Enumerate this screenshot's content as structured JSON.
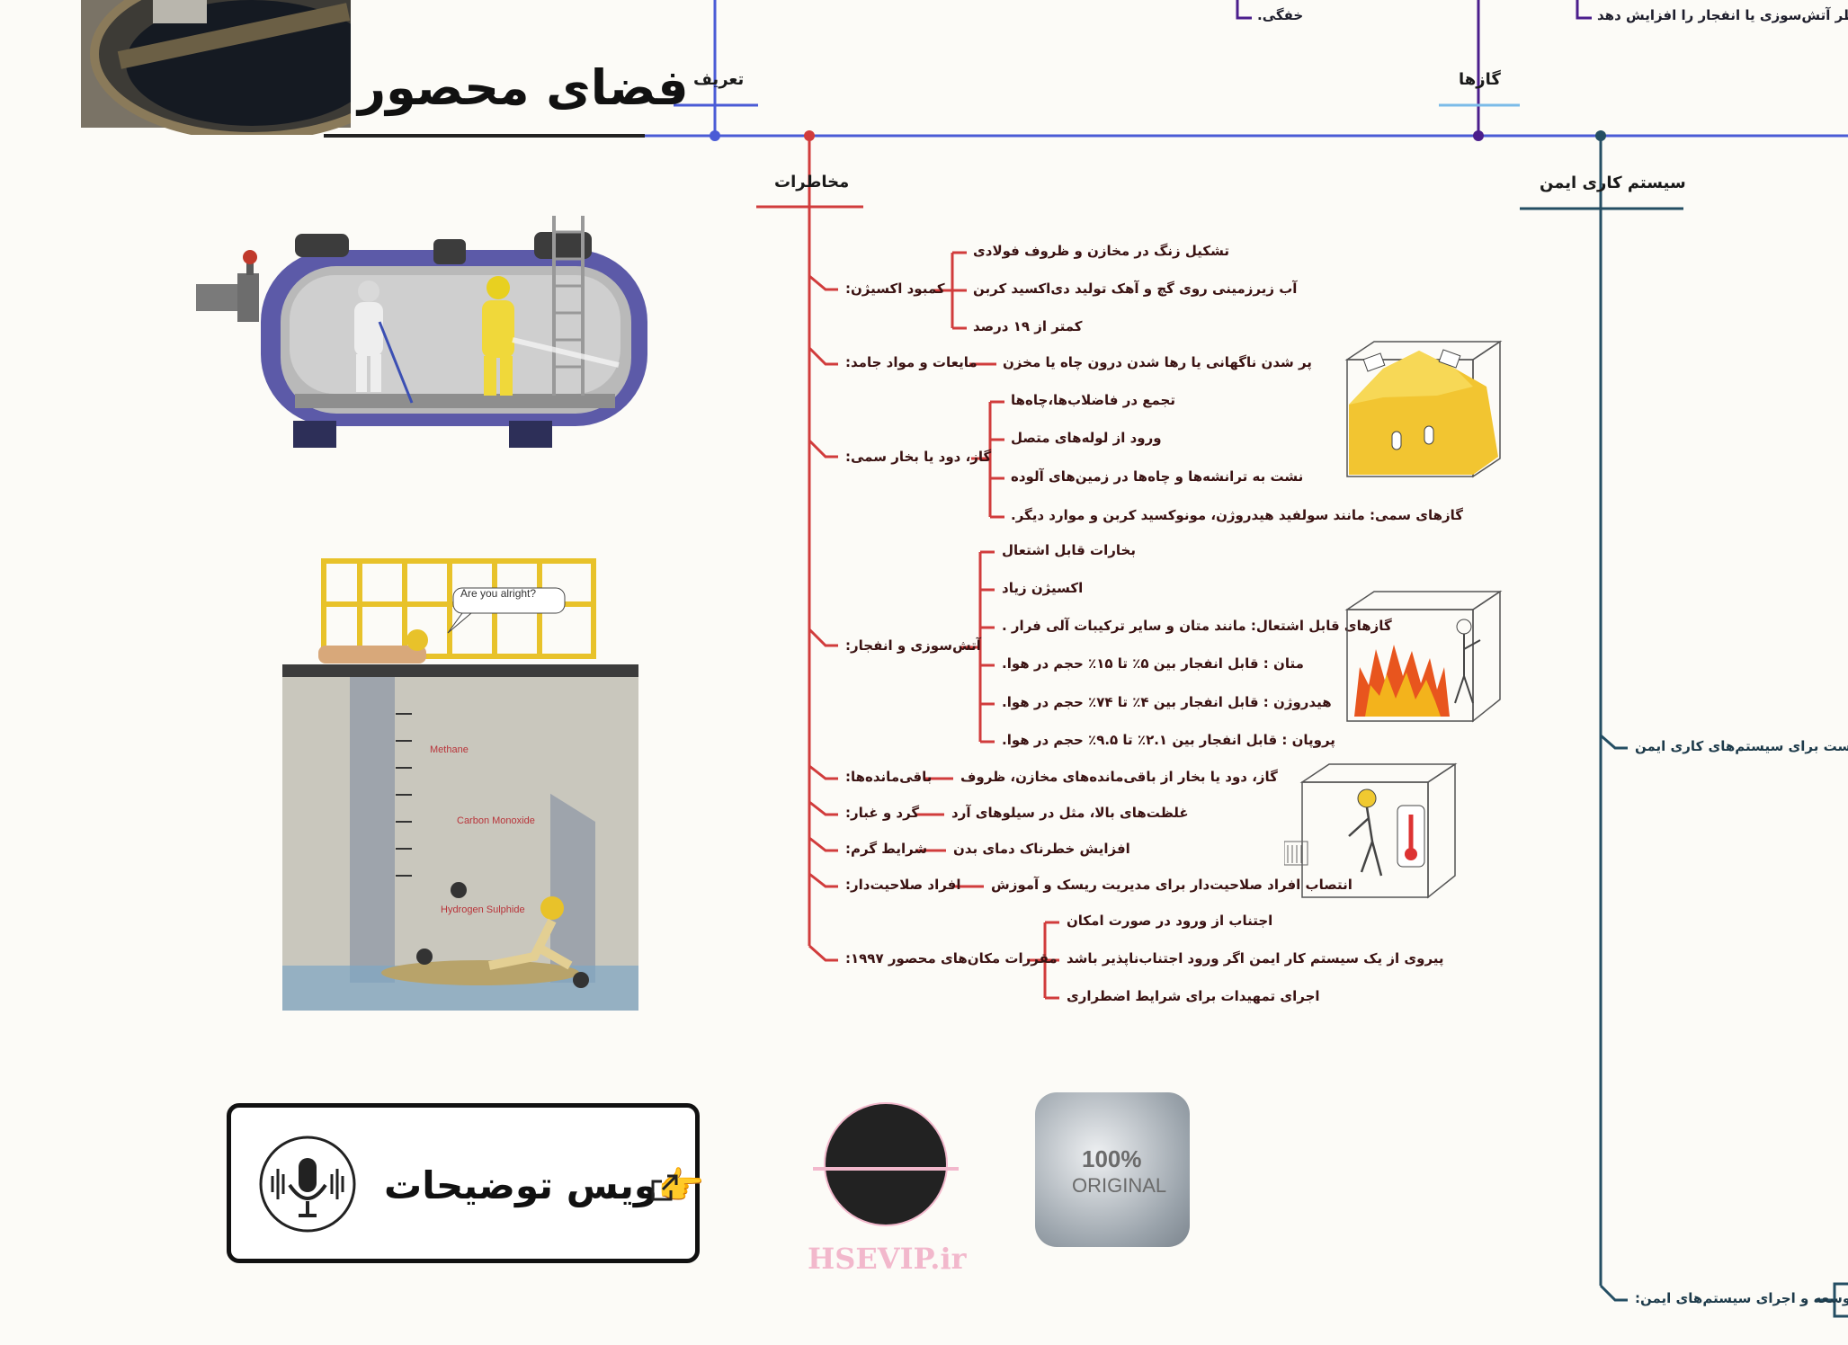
{
  "title": "فضای محصور",
  "headers": {
    "definition": "تعریف",
    "gases": "گازها",
    "hazards": "مخاطرات",
    "safe_system": "سیستم کاری ایمن"
  },
  "top_fragments": {
    "suffocation": "خفگی.",
    "fire_risk": "اند خطر آتش‌سوزی یا انفجار را افزایش دهد"
  },
  "hazards": {
    "oxygen": {
      "label": "کمبود اکسیژن:",
      "items": [
        "تشکیل زنگ در مخازن و ظروف فولادی",
        "آب زیرزمینی روی گچ و آهک تولید دی‌اکسید کربن",
        "کمتر از ۱۹ درصد"
      ]
    },
    "liquids": {
      "label": "مایعات و مواد جامد:",
      "item": "پر شدن ناگهانی یا رها شدن درون چاه یا مخزن"
    },
    "toxic": {
      "label": "گاز، دود یا بخار سمی:",
      "items": [
        "تجمع در فاضلاب‌ها،چاه‌ها",
        "ورود از لوله‌های متصل",
        "نشت به ترانشه‌ها و چاه‌ها در زمین‌های آلوده",
        "گازهای سمی: مانند سولفید هیدروژن، مونوکسید کربن  و موارد دیگر."
      ]
    },
    "fire": {
      "label": "آتش‌سوزی و انفجار:",
      "items": [
        "بخارات قابل اشتعال",
        "اکسیژن زیاد",
        "گازهای قابل اشتعال: مانند متان  و سایر ترکیبات آلی فرار .",
        "متان : قابل انفجار بین ۵٪ تا ۱۵٪ حجم در هوا.",
        "هیدروژن : قابل انفجار بین ۴٪ تا ۷۴٪ حجم در هوا.",
        "پروپان : قابل انفجار بین ۲.۱٪ تا ۹.۵٪ حجم در هوا."
      ]
    },
    "residues": {
      "label": "باقی‌مانده‌ها:",
      "item": "گاز، دود یا بخار از باقی‌مانده‌های مخازن، ظروف"
    },
    "dust": {
      "label": "گرد و غبار:",
      "item": "غلظت‌های بالا، مثل در سیلوهای آرد"
    },
    "heat": {
      "label": "شرایط گرم:",
      "item": "افزایش خطرناک دمای بدن"
    },
    "competent": {
      "label": "افراد صلاحیت‌دار:",
      "item": "انتصاب افراد صلاحیت‌دار برای مدیریت ریسک و آموزش"
    },
    "regulations": {
      "label": "مقررات مکان‌های محصور ۱۹۹۷:",
      "items": [
        "اجتناب از ورود در صورت امکان",
        "پیروی از یک سیستم کار ایمن اگر ورود اجتناب‌ناپذیر باشد",
        "اجرای تمهیدات برای شرایط اضطراری"
      ]
    }
  },
  "safe_system_items": [
    "چک‌لیست برای سیستم‌های کاری ایمن",
    "توسعه و اجرای سیستم‌های ایمن:"
  ],
  "illustration_labels": {
    "speech": "Are you alright?",
    "methane": "Methane",
    "co": "Carbon Monoxide",
    "h2s": "Hydrogen Sulphide"
  },
  "voice": {
    "label": "ویس توضیحات👉"
  },
  "badge": {
    "percent": "100%",
    "word": "ORIGINAL"
  },
  "brand": "HSEVIP.ir",
  "colors": {
    "hazards": "#d13c3c",
    "definition": "#4a5bd6",
    "gases": "#4b1e8c",
    "safe": "#244e63",
    "brand": "#f2b8cc"
  }
}
